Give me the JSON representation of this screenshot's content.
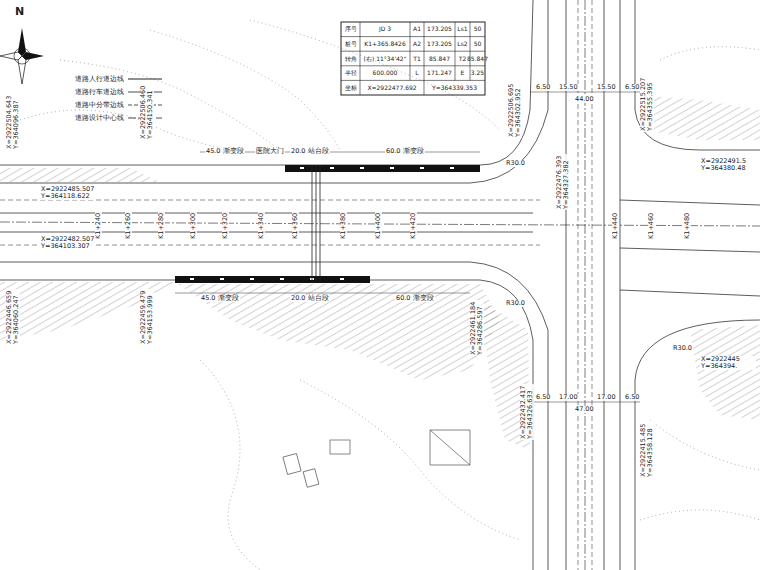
{
  "diagram": {
    "labels": [
      "N",
      "序号",
      "JD 3",
      "A1",
      "173.205",
      "Ls1",
      "50",
      "桩号",
      "K1+365.8426",
      "A2",
      "173.205",
      "Ls2",
      "50",
      "转角",
      "(右) 11°34'42\"",
      "T1",
      "85.847",
      "T2",
      "85.847",
      "半径",
      "600.000",
      "L",
      "171.247",
      "E",
      "3.25",
      "坐标",
      "X=2922477.692",
      "Y=364339.353",
      "医院大门",
      "45.0 渐变段",
      "20.0 站台段",
      "60.0 渐变段",
      "45.0 渐变段",
      "20.0 站台段",
      "60.0 渐变段",
      "6.50",
      "15.50",
      "15.50",
      "6.50",
      "44.00",
      "6.50",
      "17.00",
      "17.00",
      "6.50",
      "47.00",
      "X=2922504.643 Y=364096.387",
      "X=2922506.460 Y=364150.341",
      "X=2922485.507 Y=364118.622",
      "X=2922482.507 Y=364103.307",
      "X=2922446.659 Y=364060.247",
      "X=2922459.479 Y=364153.999",
      "X=2922506.695 Y=364302.952",
      "X=2922476.393 Y=364327.382",
      "X=2922515.207 Y=364355.395",
      "X=2922491.5 Y=364380.48",
      "X=2922445 Y=364394.",
      "X=2922415.485 Y=364358.128",
      "X=2922432.417 Y=364326.633",
      "X=2922461.184 Y=364286.597",
      "K1+240",
      "K1+260",
      "K1+280",
      "K1+300",
      "K1+320",
      "K1+340",
      "K1+360",
      "K1+380",
      "K1+400",
      "K1+420",
      "K1+440",
      "K1+460",
      "K1+480",
      "R30.0",
      "R30.0",
      "R30.0"
    ],
    "legend": [
      {
        "text": "道路人行道边线"
      },
      {
        "text": "道路行车道边线"
      },
      {
        "text": "道路中分带边线"
      },
      {
        "text": "道路设计中心线"
      }
    ]
  }
}
